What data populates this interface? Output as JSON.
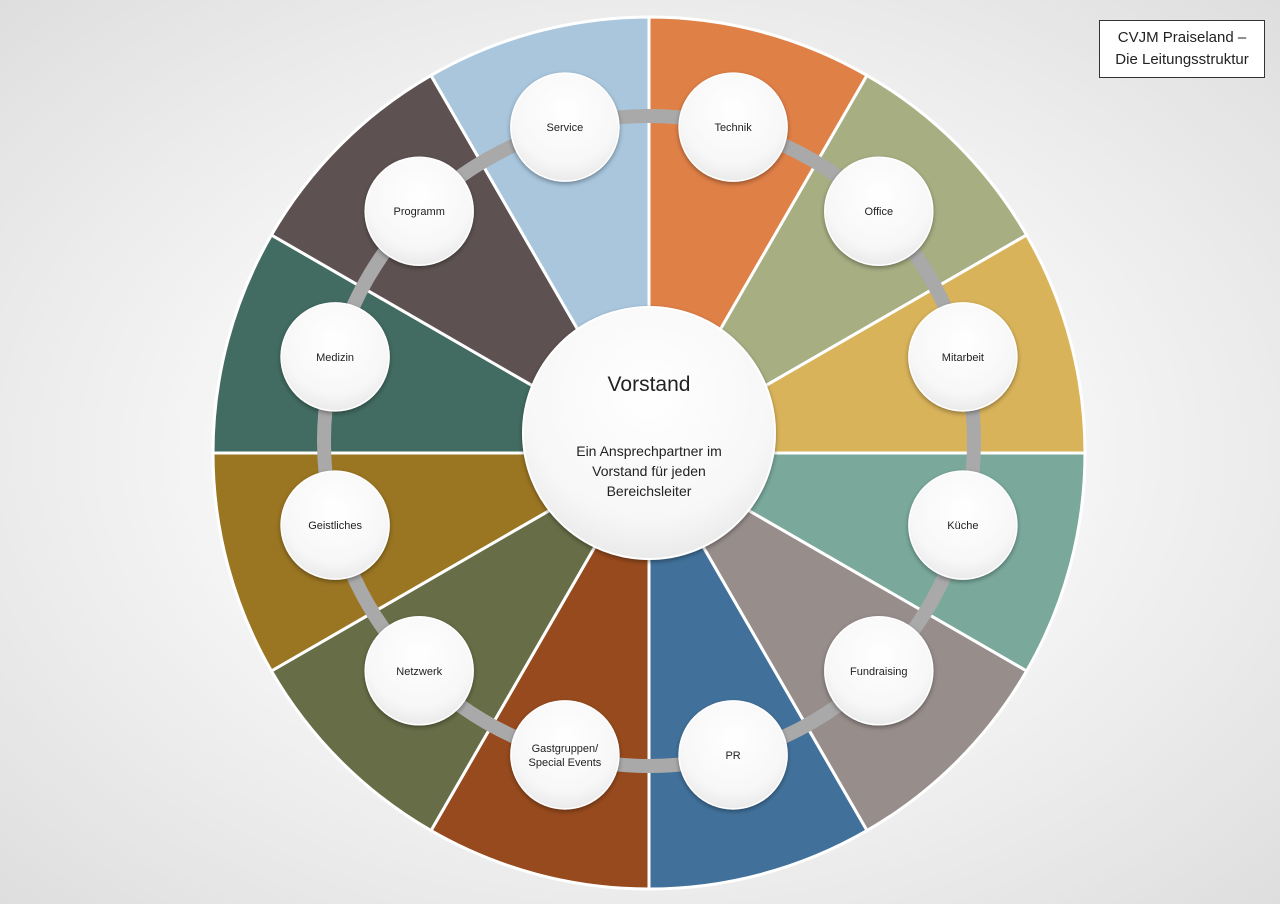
{
  "title": {
    "line1": "CVJM Praiseland –",
    "line2": "Die Leitungsstruktur"
  },
  "center": {
    "title": "Vorstand",
    "lines": [
      "Ein Ansprechpartner im",
      "Vorstand für jeden",
      "Bereichsleiter"
    ]
  },
  "segments": [
    {
      "color": "#df8047"
    },
    {
      "color": "#a6ae82"
    },
    {
      "color": "#d9b35a"
    },
    {
      "color": "#7aa99c"
    },
    {
      "color": "#978d8b"
    },
    {
      "color": "#41719a"
    },
    {
      "color": "#974a1d"
    },
    {
      "color": "#676d46"
    },
    {
      "color": "#9a7522"
    },
    {
      "color": "#426b61"
    },
    {
      "color": "#5d5251"
    },
    {
      "color": "#a9c6dd"
    }
  ],
  "nodes": [
    {
      "lines": [
        "Technik"
      ]
    },
    {
      "lines": [
        "Office"
      ]
    },
    {
      "lines": [
        "Mitarbeit"
      ]
    },
    {
      "lines": [
        "Küche"
      ]
    },
    {
      "lines": [
        "Fundraising"
      ]
    },
    {
      "lines": [
        "PR"
      ]
    },
    {
      "lines": [
        "Gastgruppen/",
        "Special Events"
      ]
    },
    {
      "lines": [
        "Netzwerk"
      ]
    },
    {
      "lines": [
        "Geistliches"
      ]
    },
    {
      "lines": [
        "Medizin"
      ]
    },
    {
      "lines": [
        "Programm"
      ]
    },
    {
      "lines": [
        "Service"
      ]
    }
  ]
}
